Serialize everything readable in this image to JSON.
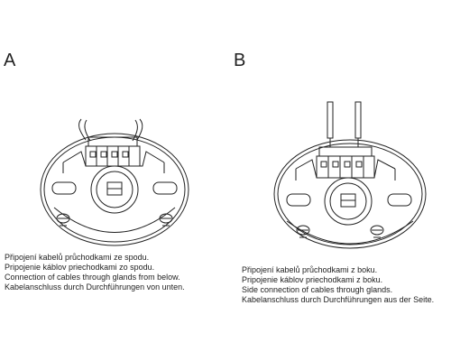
{
  "panels": [
    {
      "label": "A",
      "caption_lines": [
        "Připojení kabelů průchodkami ze spodu.",
        "Pripojenie káblov priechodkami zo spodu.",
        "Connection of cables through glands from below.",
        "Kabelanschluss durch Durchführungen von unten."
      ]
    },
    {
      "label": "B",
      "caption_lines": [
        "Připojení kabelů průchodkami z boku.",
        "Pripojenie káblov priechodkami z boku.",
        "Side connection of cables through glands.",
        "Kabelanschluss durch Durchführungen aus der Seite."
      ]
    }
  ],
  "colors": {
    "line": "#222222",
    "background": "#ffffff"
  }
}
